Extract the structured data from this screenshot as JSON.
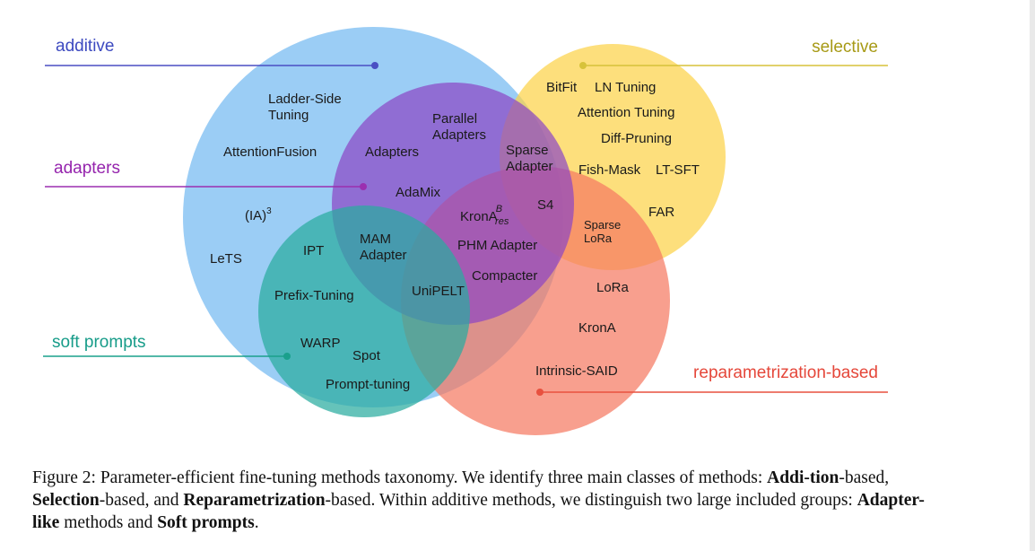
{
  "colors": {
    "additive": "#7fbff2",
    "adapters": "#8b44c4",
    "soft_prompts": "#2aaca0",
    "selective": "#fcd24a",
    "reparam": "#f57a62",
    "additive_line": "#4a4fc3",
    "adapters_line": "#9b2fb0",
    "soft_prompts_line": "#1aa08c",
    "selective_line": "#d7c23a",
    "reparam_line": "#e8513f",
    "additive_text": "#3d4ac0",
    "adapters_text": "#9524ad",
    "soft_prompts_text": "#179c89",
    "selective_text": "#a79a16",
    "reparam_text": "#e5473a"
  },
  "categories": {
    "additive": "additive",
    "adapters": "adapters",
    "soft_prompts": "soft prompts",
    "selective": "selective",
    "reparametrization": "reparametrization-based"
  },
  "methods": {
    "ladder_side_1": "Ladder-Side",
    "ladder_side_2": "Tuning",
    "attention_fusion": "AttentionFusion",
    "ia3": "(IA)",
    "ia3_sup": "3",
    "lets": "LeTS",
    "parallel_adapters_1": "Parallel",
    "parallel_adapters_2": "Adapters",
    "adapters": "Adapters",
    "adamix": "AdaMix",
    "sparse_adapter_1": "Sparse",
    "sparse_adapter_2": "Adapter",
    "s4": "S4",
    "krona_b_res": "KronA",
    "krona_b_res_sup": "B",
    "krona_b_res_sub": "res",
    "ipt": "IPT",
    "mam_1": "MAM",
    "mam_2": "Adapter",
    "phm_adapter": "PHM Adapter",
    "compacter": "Compacter",
    "unipelt": "UniPELT",
    "prefix_tuning": "Prefix-Tuning",
    "warp": "WARP",
    "spot": "Spot",
    "prompt_tuning": "Prompt-tuning",
    "bitfit": "BitFit",
    "ln_tuning": "LN Tuning",
    "attention_tuning": "Attention Tuning",
    "diff_pruning": "Diff-Pruning",
    "fish_mask": "Fish-Mask",
    "lt_sft": "LT-SFT",
    "far": "FAR",
    "sparse_lora_1": "Sparse",
    "sparse_lora_2": "LoRa",
    "lora": "LoRa",
    "krona": "KronA",
    "intrinsic_said": "Intrinsic-SAID"
  },
  "caption": {
    "prefix": "Figure 2: Parameter-efficient fine-tuning methods taxonomy.  We identify three main classes of methods: ",
    "addition": "Addi-tion",
    "t1": "-based, ",
    "selection": "Selection",
    "t2": "-based, and ",
    "reparam": "Reparametrization",
    "t3": "-based.  Within additive methods, we distinguish two large included groups: ",
    "adapter_like": "Adapter-like",
    "t4": " methods and ",
    "soft_prompts": "Soft prompts",
    "t5": "."
  }
}
